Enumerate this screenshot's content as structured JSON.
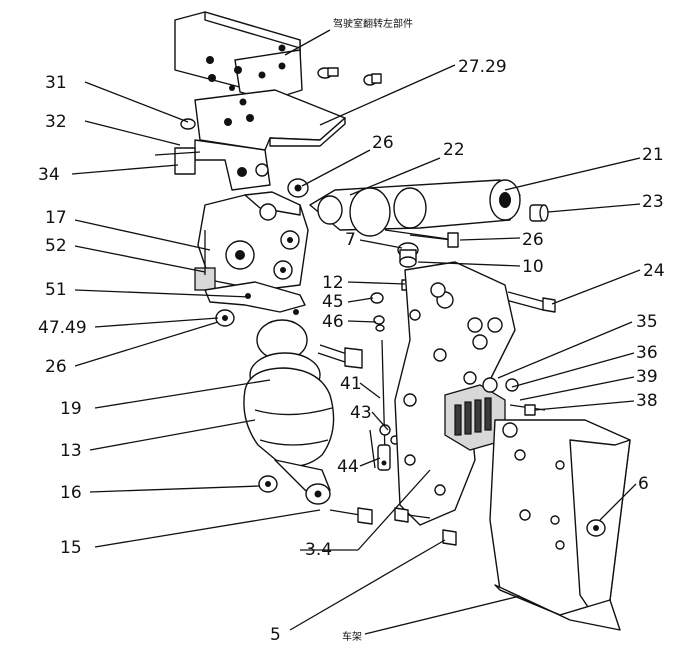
{
  "diagram": {
    "labels": {
      "cab_bracket": "驾驶室翻转左部件",
      "c27_29": "27.29",
      "c31": "31",
      "c32": "32",
      "c34": "34",
      "c26a": "26",
      "c22": "22",
      "c21": "21",
      "c23": "23",
      "c17": "17",
      "c52": "52",
      "c51": "51",
      "c47_49": "47.49",
      "c26b": "26",
      "c7": "7",
      "c26c": "26",
      "c10": "10",
      "c12": "12",
      "c24": "24",
      "c45": "45",
      "c46": "46",
      "c35": "35",
      "c36": "36",
      "c39": "39",
      "c38": "38",
      "c19": "19",
      "c41": "41",
      "c43": "43",
      "c13": "13",
      "c44": "44",
      "c16": "16",
      "c6": "6",
      "c15": "15",
      "c3_4": "3.4",
      "c5": "5",
      "frame": "车架"
    }
  }
}
